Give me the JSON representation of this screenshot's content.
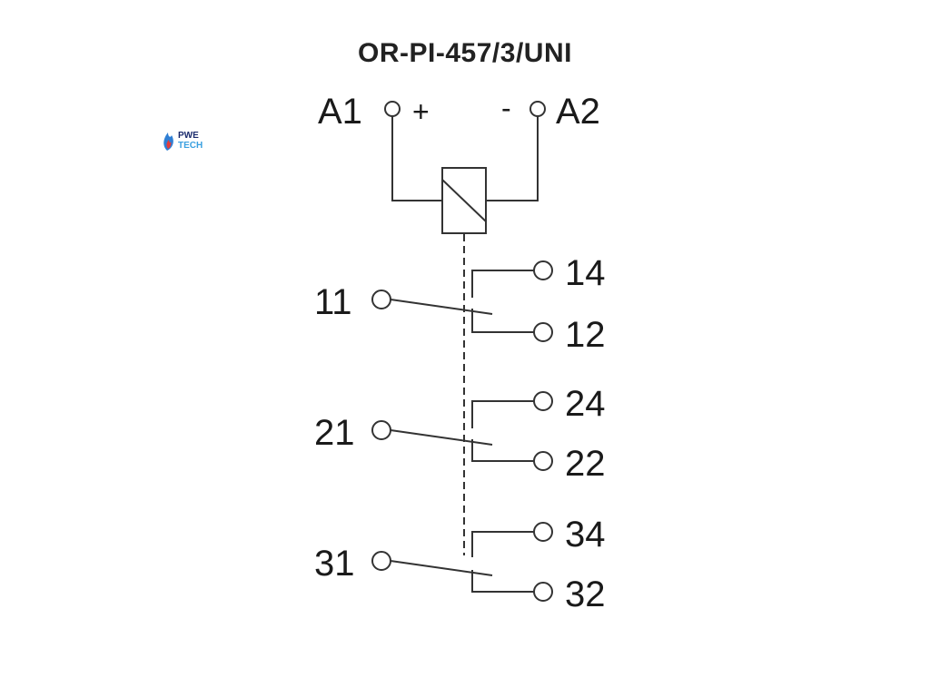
{
  "title": "OR-PI-457/3/UNI",
  "logo": {
    "line1": "PWE",
    "line2": "TECH",
    "colors": {
      "text_top": "#1a2a6c",
      "text_bottom": "#3aa0e0",
      "flame": "#2f7fd4",
      "flame_accent": "#e23b3b"
    }
  },
  "coil": {
    "terminal_a1": "A1",
    "terminal_a2": "A2",
    "polarity_plus": "+",
    "polarity_minus": "-"
  },
  "contacts": [
    {
      "common": "11",
      "no": "14",
      "nc": "12"
    },
    {
      "common": "21",
      "no": "24",
      "nc": "22"
    },
    {
      "common": "31",
      "no": "34",
      "nc": "32"
    }
  ]
}
